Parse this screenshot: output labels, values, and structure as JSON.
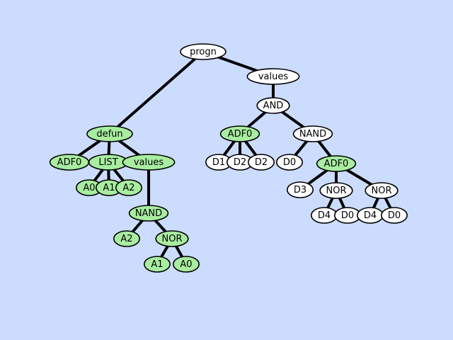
{
  "diagram": {
    "type": "tree",
    "colors": {
      "background": "#ccdcff",
      "adf_node": "#a8eda0",
      "main_node": "#ffffff",
      "edge": "#000000"
    },
    "root": {
      "label": "progn",
      "fill": "white",
      "children": [
        {
          "label": "defun",
          "fill": "green",
          "children": [
            {
              "label": "ADF0",
              "fill": "green"
            },
            {
              "label": "LIST",
              "fill": "green",
              "children": [
                {
                  "label": "A0",
                  "fill": "green"
                },
                {
                  "label": "A1",
                  "fill": "green"
                },
                {
                  "label": "A2",
                  "fill": "green"
                }
              ]
            },
            {
              "label": "values",
              "fill": "green",
              "children": [
                {
                  "label": "NAND",
                  "fill": "green",
                  "children": [
                    {
                      "label": "A2",
                      "fill": "green"
                    },
                    {
                      "label": "NOR",
                      "fill": "green",
                      "children": [
                        {
                          "label": "A1",
                          "fill": "green"
                        },
                        {
                          "label": "A0",
                          "fill": "green"
                        }
                      ]
                    }
                  ]
                }
              ]
            }
          ]
        },
        {
          "label": "values",
          "fill": "white",
          "children": [
            {
              "label": "AND",
              "fill": "white",
              "children": [
                {
                  "label": "ADF0",
                  "fill": "green",
                  "children": [
                    {
                      "label": "D1",
                      "fill": "white"
                    },
                    {
                      "label": "D2",
                      "fill": "white"
                    },
                    {
                      "label": "D2",
                      "fill": "white"
                    }
                  ]
                },
                {
                  "label": "NAND",
                  "fill": "white",
                  "children": [
                    {
                      "label": "D0",
                      "fill": "white"
                    },
                    {
                      "label": "ADF0",
                      "fill": "green",
                      "children": [
                        {
                          "label": "D3",
                          "fill": "white"
                        },
                        {
                          "label": "NOR",
                          "fill": "white",
                          "children": [
                            {
                              "label": "D4",
                              "fill": "white"
                            },
                            {
                              "label": "D0",
                              "fill": "white"
                            }
                          ]
                        },
                        {
                          "label": "NOR",
                          "fill": "white",
                          "children": [
                            {
                              "label": "D4",
                              "fill": "white"
                            },
                            {
                              "label": "D0",
                              "fill": "white"
                            }
                          ]
                        }
                      ]
                    }
                  ]
                }
              ]
            }
          ]
        }
      ]
    }
  }
}
